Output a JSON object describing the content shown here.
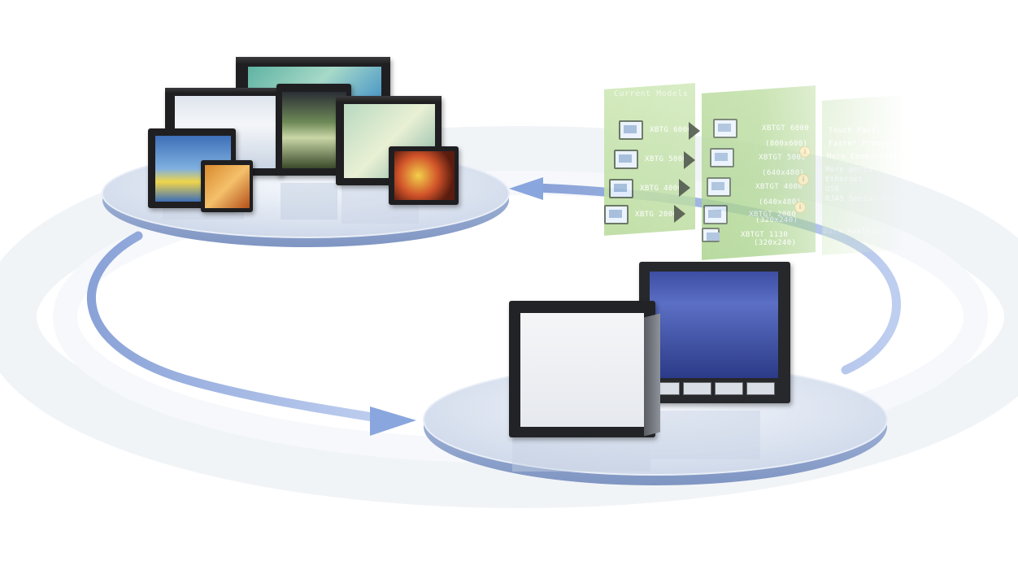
{
  "colors": {
    "platform_top": "#dfe6f2",
    "platform_edge": "#9fb3d8",
    "arrow": "#8ea9de",
    "migration_green": "#bcdca0",
    "device_bezel": "#1f1f22"
  },
  "migration": {
    "header": "Current Models",
    "current_models": [
      "XBTG 6000",
      "XBTG 5000",
      "XBTG 4000",
      "XBTG 2000"
    ],
    "new_models": [
      {
        "name": "XBTGT 6000",
        "res": "(800x600)"
      },
      {
        "name": "XBTGT 5000",
        "res": "(640x480)"
      },
      {
        "name": "XBTGT 4000",
        "res": "(640x480)"
      },
      {
        "name": "XBTGT 2000",
        "res": "(320x240)"
      },
      {
        "name": "XBTGT 1130",
        "res": "(320x240)"
      }
    ],
    "features": [
      "Touch Panel",
      "Faster Process",
      "More Communication",
      "More ports:",
      "Ethernet",
      "USB",
      "RJ45 Serial Port",
      "Data Analysis"
    ]
  },
  "icons": {
    "arrow_top": "curved-arrow-left-icon",
    "arrow_bottom": "curved-arrow-right-icon",
    "info": "info-icon"
  }
}
